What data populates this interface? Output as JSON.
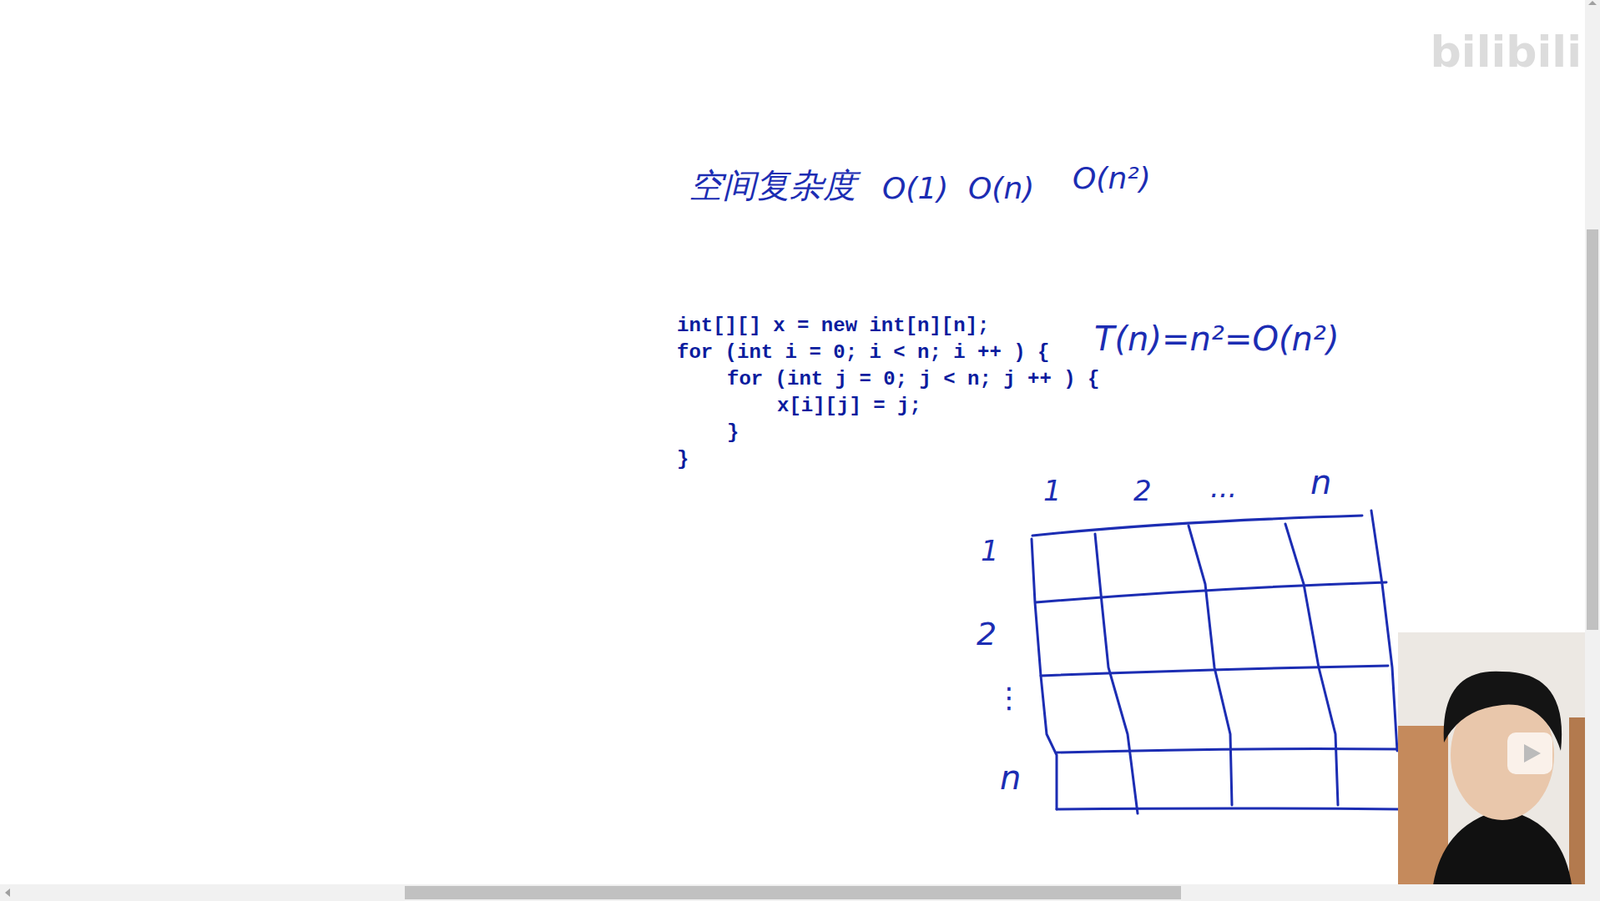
{
  "diagram": {
    "labels": [
      "空间复杂度",
      "O(1)",
      "O(n)",
      "O(n²)",
      "int[][] x = new int[n][n];",
      "for (int i = 0; i < n; i ++ ) {",
      "for (int j = 0; j < n; j ++ ) {",
      "x[i][j] = j;",
      "}",
      "}",
      "T(n)=n²=O(n²)",
      "1",
      "2",
      "...",
      "n",
      "1",
      "2",
      "⋮",
      "n",
      "bilibili"
    ]
  }
}
